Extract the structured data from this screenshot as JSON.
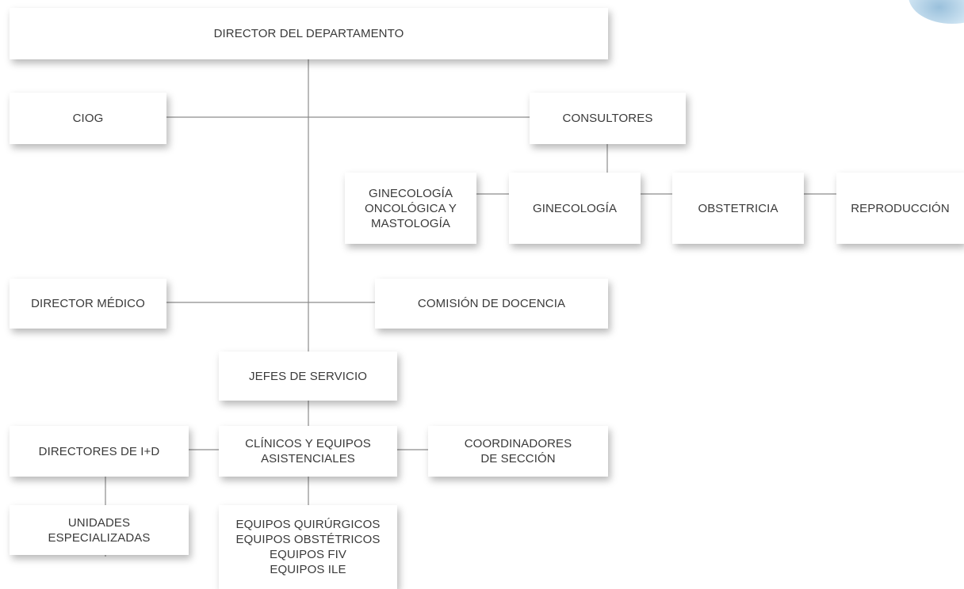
{
  "org_chart": {
    "director": "DIRECTOR DEL DEPARTAMENTO",
    "ciog": "CIOG",
    "consultores": "CONSULTORES",
    "ginecologia_oncologica": "GINECOLOGÍA\nONCOLÓGICA Y\nMASTOLOGÍA",
    "ginecologia": "GINECOLOGÍA",
    "obstetricia": "OBSTETRICIA",
    "reproduccion": "REPRODUCCIÓN",
    "director_medico": "DIRECTOR MÉDICO",
    "comision_docencia": "COMISIÓN DE DOCENCIA",
    "jefes_servicio": "JEFES DE SERVICIO",
    "directores_id": "DIRECTORES DE I+D",
    "clinicos": "CLÍNICOS Y EQUIPOS\nASISTENCIALES",
    "coordinadores": "COORDINADORES\nDE SECCIÓN",
    "unidades": "UNIDADES\nESPECIALIZADAS",
    "equipos": "EQUIPOS QUIRÚRGICOS\nEQUIPOS OBSTÉTRICOS\nEQUIPOS FIV\nEQUIPOS ILE"
  },
  "colors": {
    "line": "#8c8c8c",
    "box_background": "#ffffff",
    "text": "#3a3a3a"
  }
}
